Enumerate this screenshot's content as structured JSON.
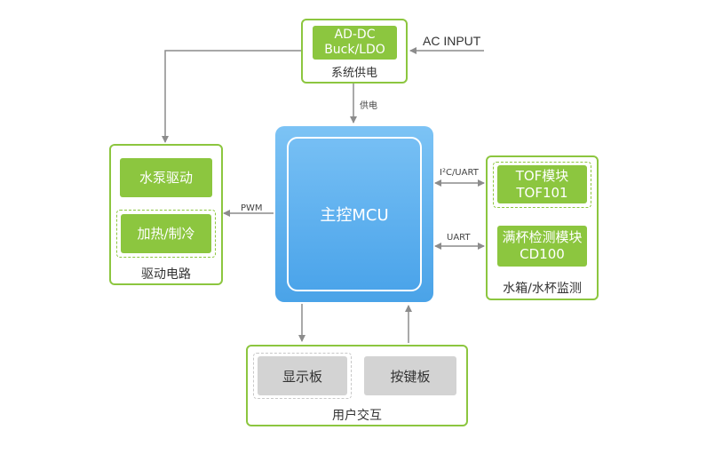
{
  "colors": {
    "green": "#8cc63f",
    "blue": "#4aa3e8",
    "gray_box": "#d3d3d3",
    "arrow": "#8c8c8c"
  },
  "power": {
    "box_text": "AD-DC\nBuck/LDO",
    "label": "系统供电",
    "input_label": "AC INPUT"
  },
  "links": {
    "supply": "供电",
    "pwm": "PWM",
    "i2c": "I²C/UART",
    "uart": "UART"
  },
  "mcu": {
    "label": "主控MCU"
  },
  "drive": {
    "pump": "水泵驱动",
    "heat": "加热/制冷",
    "label": "驱动电路"
  },
  "sensors": {
    "tof": "TOF模块\nTOF101",
    "cup": "满杯检测模块\nCD100",
    "label": "水箱/水杯监测"
  },
  "ui": {
    "display": "显示板",
    "keys": "按键板",
    "label": "用户交互"
  }
}
